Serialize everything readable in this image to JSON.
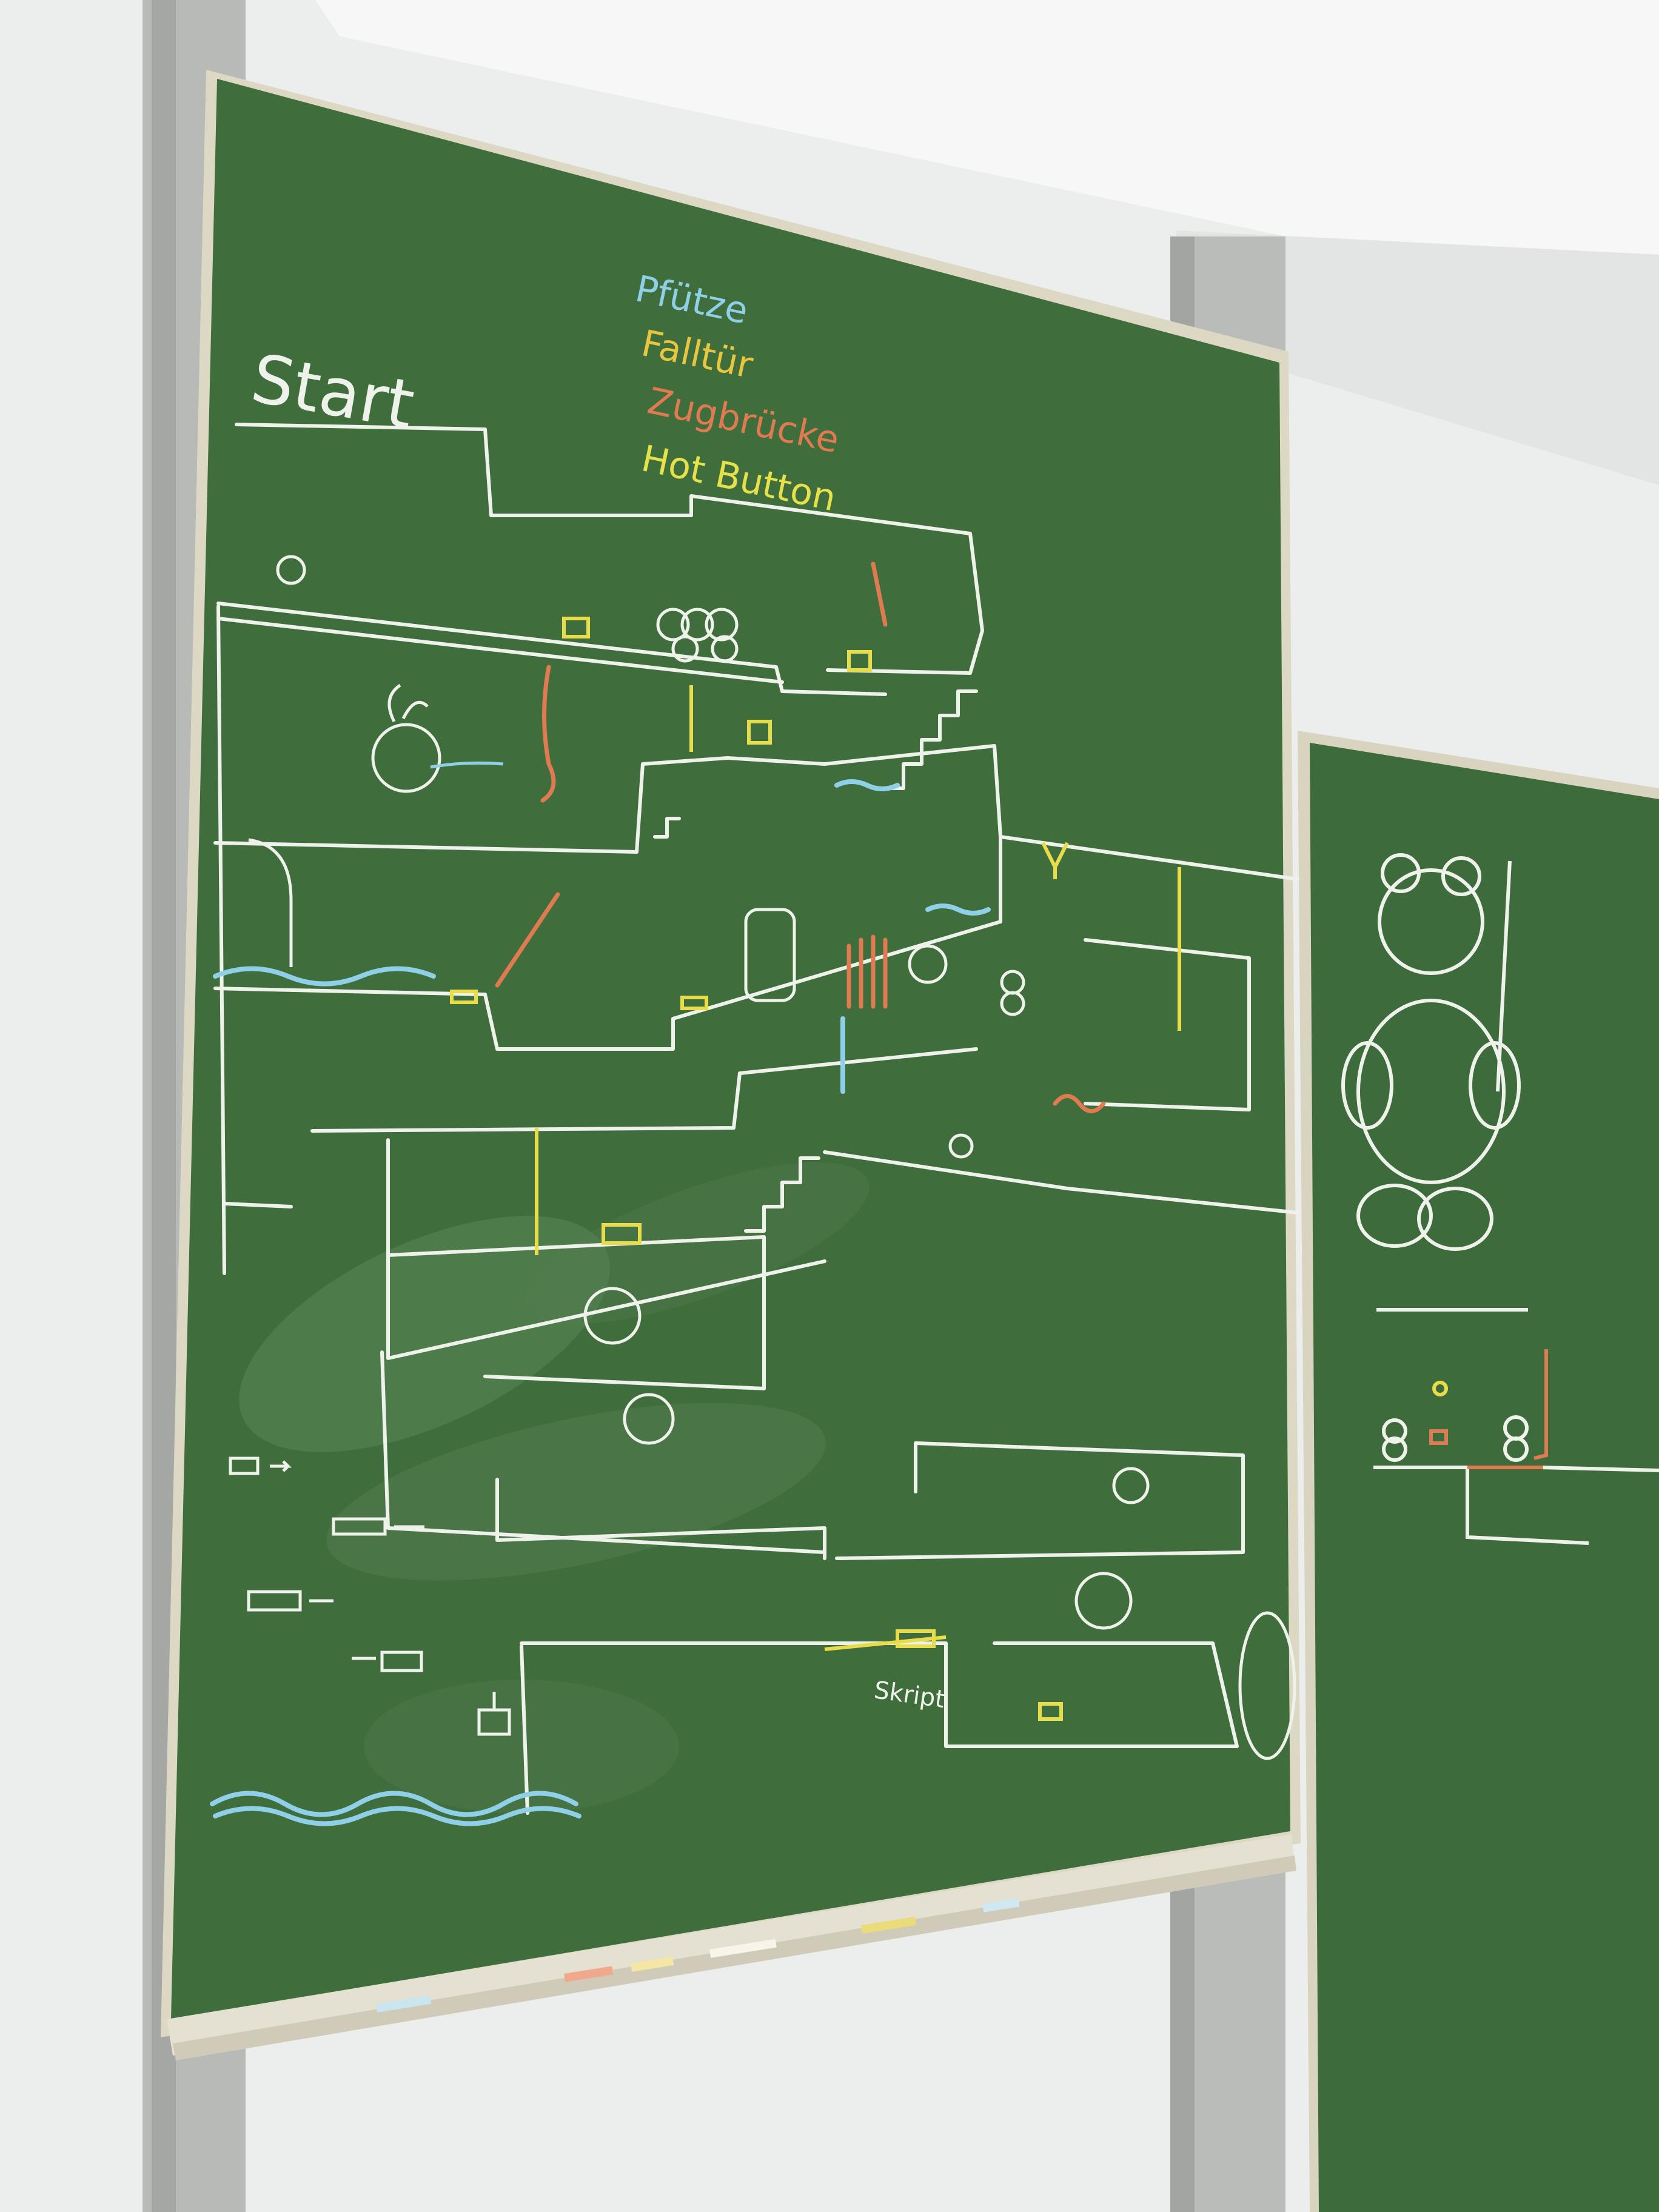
{
  "board": {
    "start_label": "Start",
    "legend": [
      {
        "text": "Pfütze",
        "color": "#8fd0e8"
      },
      {
        "text": "Falltür",
        "color": "#e8c640"
      },
      {
        "text": "Zugbrücke",
        "color": "#e07a50"
      },
      {
        "text": "Hot Button",
        "color": "#e6e04a"
      }
    ],
    "script_label": "Skript",
    "small_note": "..."
  },
  "colors": {
    "board_green": "#3f6e3c",
    "chalk_white": "#eef2ea",
    "chalk_yellow": "#e8dc4a",
    "chalk_blue": "#8fd0e8",
    "chalk_orange": "#e07a50",
    "chalk_red": "#c8503a",
    "wall": "#edefee",
    "frame": "#b9bcb8"
  }
}
